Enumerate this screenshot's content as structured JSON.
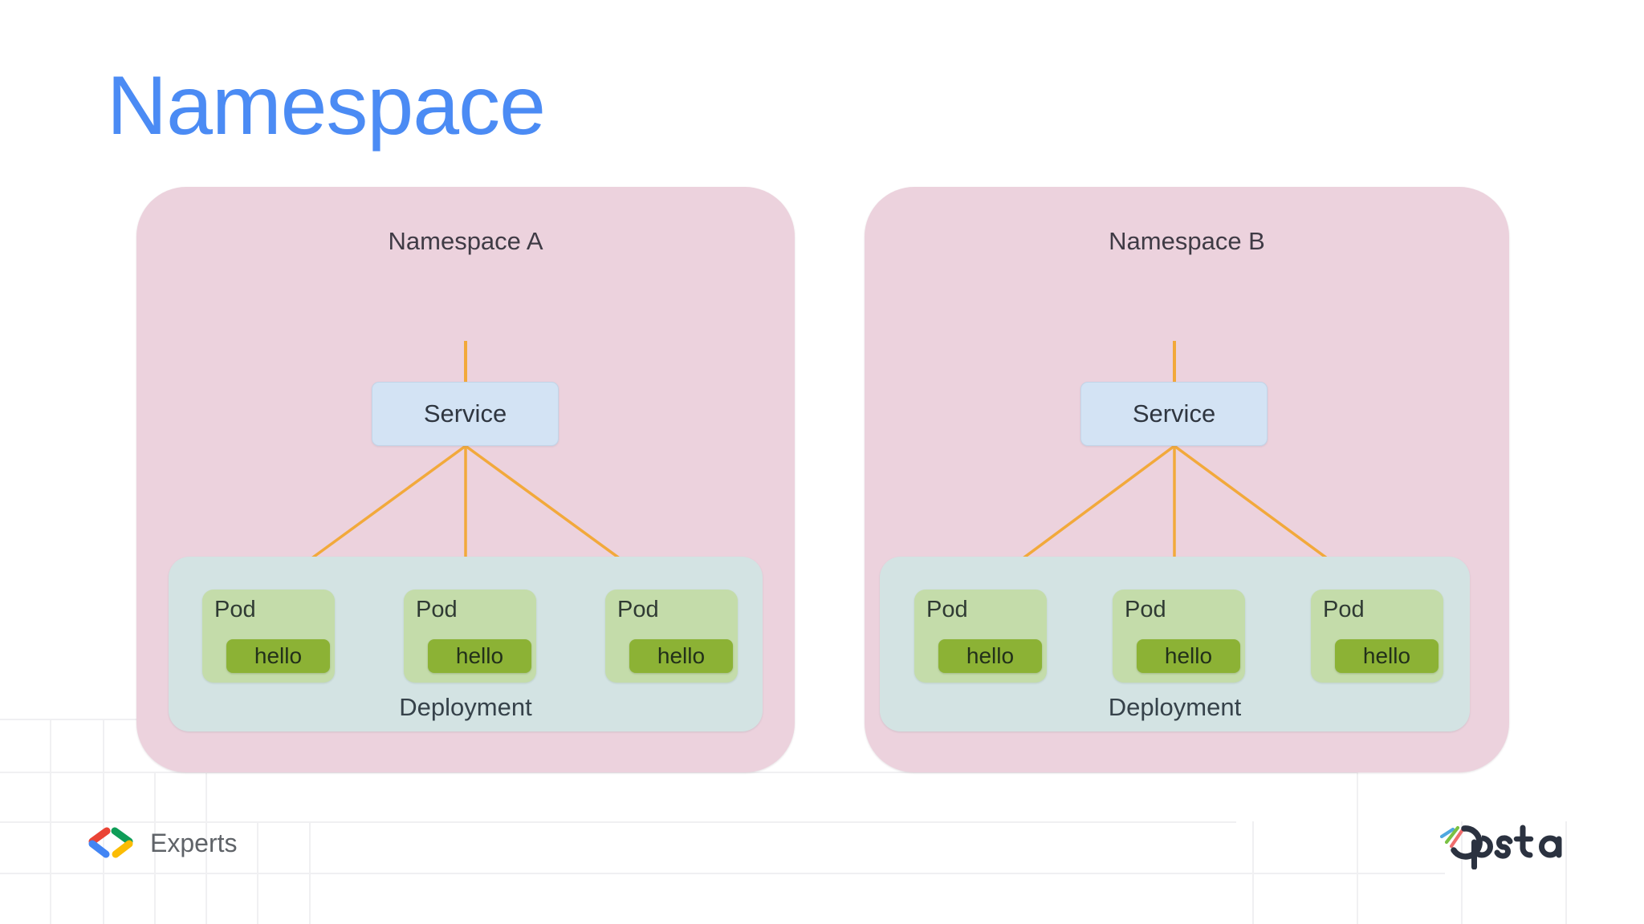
{
  "page": {
    "title": "Namespace",
    "title_color": "#4b8bf4",
    "background_color": "#ffffff"
  },
  "palette": {
    "namespace_fill": "#ecd2dd",
    "service_fill": "#d3e3f4",
    "deployment_fill": "#d3e3e3",
    "pod_fill": "#c4dcaa",
    "hello_fill": "#8cb235",
    "connector": "#f2a93b",
    "text_dark": "#3f3b45",
    "grid_line": "#f0f0f2"
  },
  "namespaces": [
    {
      "id": "namespace-a",
      "label": "Namespace A",
      "service": {
        "label": "Service"
      },
      "deployment": {
        "label": "Deployment",
        "pods": [
          {
            "label": "Pod",
            "badge": "hello"
          },
          {
            "label": "Pod",
            "badge": "hello"
          },
          {
            "label": "Pod",
            "badge": "hello"
          }
        ]
      }
    },
    {
      "id": "namespace-b",
      "label": "Namespace B",
      "service": {
        "label": "Service"
      },
      "deployment": {
        "label": "Deployment",
        "pods": [
          {
            "label": "Pod",
            "badge": "hello"
          },
          {
            "label": "Pod",
            "badge": "hello"
          },
          {
            "label": "Pod",
            "badge": "hello"
          }
        ]
      }
    }
  ],
  "footer": {
    "experts": {
      "text": "Experts",
      "icon": "google-developers-experts-chevrons-icon",
      "colors": {
        "red": "#ea4335",
        "blue": "#4285f4",
        "green": "#0f9d58",
        "yellow": "#fbbc04"
      }
    },
    "opsta": {
      "icon": "opsta-logo-icon",
      "wordmark": "Opsta",
      "colors": {
        "dark": "#2b3240",
        "blue": "#4fa8e0",
        "green": "#7ac143",
        "red": "#ef6d6d"
      }
    }
  }
}
